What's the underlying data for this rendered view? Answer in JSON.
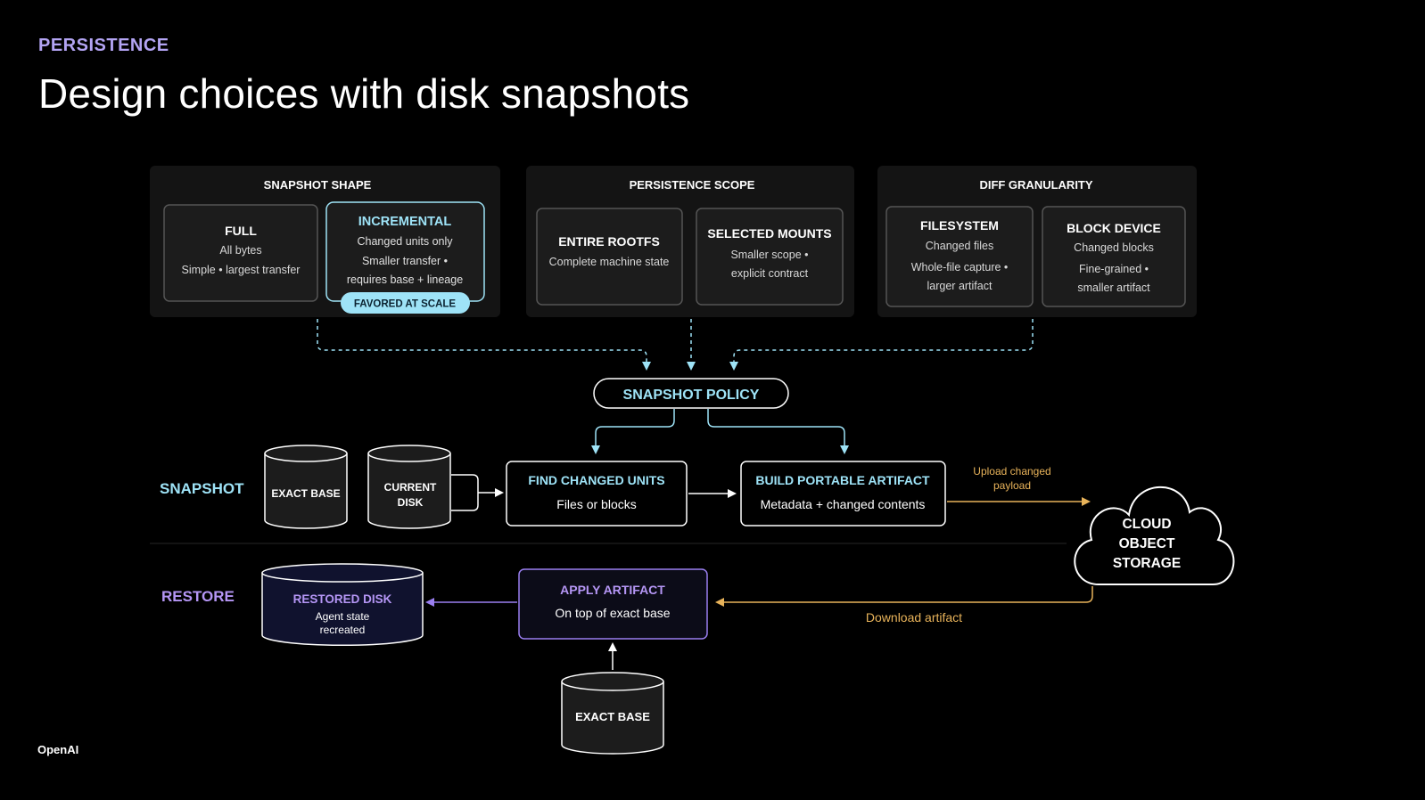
{
  "header": {
    "eyebrow": "PERSISTENCE",
    "title": "Design choices with disk snapshots"
  },
  "footer": {
    "brand": "OpenAI"
  },
  "colors": {
    "accent_purple": "#b3a4f3",
    "accent_cyan": "#9ee3f7",
    "accent_gold": "#e8b35a",
    "restore_purple": "#b596f5",
    "panel_bg": "#141414",
    "card_bg": "#1c1c1c"
  },
  "panels": {
    "shape": {
      "title": "SNAPSHOT SHAPE",
      "full": {
        "title": "FULL",
        "l1": "All bytes",
        "l2": "Simple • largest transfer"
      },
      "incremental": {
        "title": "INCREMENTAL",
        "l1": "Changed units only",
        "l2": "Smaller transfer •",
        "l3": "requires base + lineage",
        "badge": "FAVORED AT SCALE"
      }
    },
    "scope": {
      "title": "PERSISTENCE SCOPE",
      "rootfs": {
        "title": "ENTIRE ROOTFS",
        "l1": "Complete machine state"
      },
      "mounts": {
        "title": "SELECTED MOUNTS",
        "l1": "Smaller scope •",
        "l2": "explicit contract"
      }
    },
    "granularity": {
      "title": "DIFF GRANULARITY",
      "filesystem": {
        "title": "FILESYSTEM",
        "l1": "Changed files",
        "l2": "Whole-file capture •",
        "l3": "larger artifact"
      },
      "block": {
        "title": "BLOCK DEVICE",
        "l1": "Changed blocks",
        "l2": "Fine-grained •",
        "l3": "smaller artifact"
      }
    }
  },
  "policy": {
    "label": "SNAPSHOT POLICY"
  },
  "snapshot_row": {
    "label": "SNAPSHOT",
    "exact_base": "EXACT BASE",
    "current_disk_l1": "CURRENT",
    "current_disk_l2": "DISK",
    "find": {
      "title": "FIND CHANGED UNITS",
      "sub": "Files or blocks"
    },
    "build": {
      "title": "BUILD PORTABLE ARTIFACT",
      "sub": "Metadata + changed contents"
    },
    "upload_l1": "Upload changed",
    "upload_l2": "payload"
  },
  "cloud": {
    "l1": "CLOUD",
    "l2": "OBJECT",
    "l3": "STORAGE"
  },
  "restore_row": {
    "label": "RESTORE",
    "restored": {
      "title": "RESTORED DISK",
      "l1": "Agent state",
      "l2": "recreated"
    },
    "apply": {
      "title": "APPLY ARTIFACT",
      "sub": "On top of exact base"
    },
    "download": "Download artifact",
    "exact_base": "EXACT BASE"
  }
}
